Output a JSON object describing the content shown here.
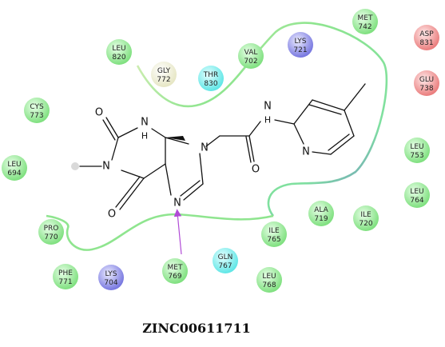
{
  "caption": "ZINC00611711",
  "colors": {
    "hydrophobic": "#a6f0a6",
    "polar": "#8ff2f2",
    "positive": "#9d9df0",
    "negative": "#f2a0a0",
    "glycine": "#f4f4d8",
    "pocket_line": "#7fe07f",
    "hbond_arrow": "#b04ad6"
  },
  "residues": [
    {
      "id": "met742",
      "name": "MET",
      "num": "742",
      "type": "hydrophobic"
    },
    {
      "id": "asp831",
      "name": "ASP",
      "num": "831",
      "type": "negative"
    },
    {
      "id": "lys721",
      "name": "LYS",
      "num": "721",
      "type": "positive"
    },
    {
      "id": "leu820",
      "name": "LEU",
      "num": "820",
      "type": "hydrophobic"
    },
    {
      "id": "val702",
      "name": "VAL",
      "num": "702",
      "type": "hydrophobic"
    },
    {
      "id": "glu738",
      "name": "GLU",
      "num": "738",
      "type": "negative"
    },
    {
      "id": "gly772",
      "name": "GLY",
      "num": "772",
      "type": "glycine"
    },
    {
      "id": "thr830",
      "name": "THR",
      "num": "830",
      "type": "polar"
    },
    {
      "id": "cys773",
      "name": "CYS",
      "num": "773",
      "type": "hydrophobic"
    },
    {
      "id": "leu753",
      "name": "LEU",
      "num": "753",
      "type": "hydrophobic"
    },
    {
      "id": "leu694",
      "name": "LEU",
      "num": "694",
      "type": "hydrophobic"
    },
    {
      "id": "leu764",
      "name": "LEU",
      "num": "764",
      "type": "hydrophobic"
    },
    {
      "id": "ala719",
      "name": "ALA",
      "num": "719",
      "type": "hydrophobic"
    },
    {
      "id": "ile720",
      "name": "ILE",
      "num": "720",
      "type": "hydrophobic"
    },
    {
      "id": "pro770",
      "name": "PRO",
      "num": "770",
      "type": "hydrophobic"
    },
    {
      "id": "ile765",
      "name": "ILE",
      "num": "765",
      "type": "hydrophobic"
    },
    {
      "id": "gln767",
      "name": "GLN",
      "num": "767",
      "type": "polar"
    },
    {
      "id": "met769",
      "name": "MET",
      "num": "769",
      "type": "hydrophobic"
    },
    {
      "id": "phe771",
      "name": "PHE",
      "num": "771",
      "type": "hydrophobic"
    },
    {
      "id": "lys704",
      "name": "LYS",
      "num": "704",
      "type": "positive"
    },
    {
      "id": "leu768",
      "name": "LEU",
      "num": "768",
      "type": "hydrophobic"
    }
  ],
  "atoms": {
    "o_top": "O",
    "nh_top": "N",
    "h_top": "H",
    "n_methyl": "N",
    "o_bottom": "O",
    "n_imid_bottom": "N",
    "n_imid_right": "N",
    "o_amide": "O",
    "nh_amide": "N",
    "h_amide": "H",
    "n_pyridine": "N"
  }
}
